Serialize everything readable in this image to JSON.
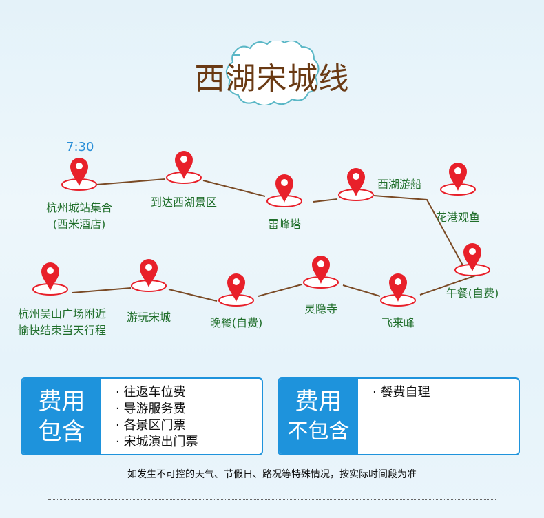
{
  "title": "西湖宋城线",
  "start_time": "7:30",
  "stops": [
    {
      "line1": "杭州城站集合",
      "line2": "(西米酒店)"
    },
    {
      "line1": "到达西湖景区"
    },
    {
      "line1": "雷峰塔"
    },
    {
      "line1": "西湖游船"
    },
    {
      "line1": "花港观鱼"
    },
    {
      "line1": "午餐(自费)"
    },
    {
      "line1": "飞来峰"
    },
    {
      "line1": "灵隐寺"
    },
    {
      "line1": "晚餐(自费)"
    },
    {
      "line1": "游玩宋城"
    },
    {
      "line1": "杭州吴山广场附近",
      "line2": "愉快结束当天行程"
    }
  ],
  "included": {
    "heading_line1": "费用",
    "heading_line2": "包含",
    "items": [
      "往返车位费",
      "导游服务费",
      "各景区门票",
      "宋城演出门票"
    ]
  },
  "excluded": {
    "heading_line1": "费用",
    "heading_line2": "不包含",
    "items": [
      "餐费自理"
    ]
  },
  "note": "如发生不可控的天气、节假日、路况等特殊情况，按实际时间段为准",
  "colors": {
    "pin": "#e8202a",
    "route": "#7a4a25",
    "accent": "#1e93dc",
    "label": "#1f6e2a",
    "title": "#6a3a14"
  }
}
